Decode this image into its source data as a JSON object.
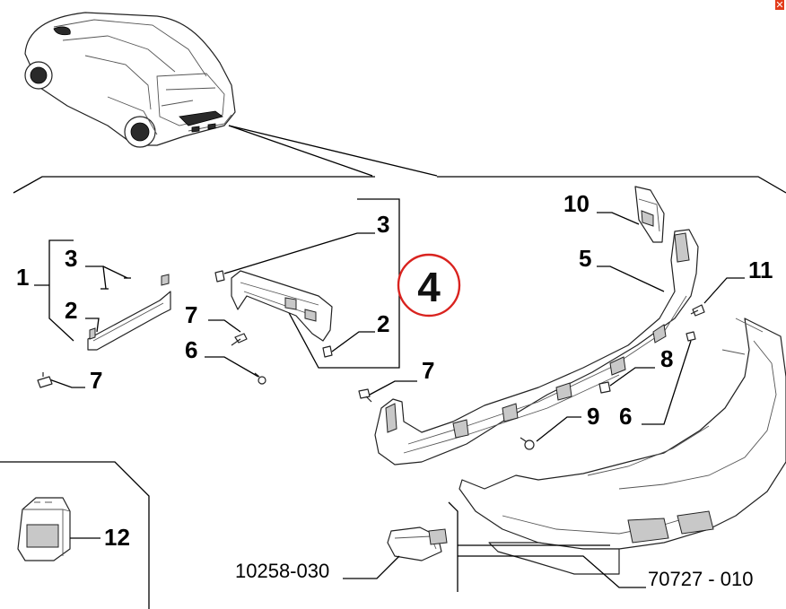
{
  "close_icon": "close-icon",
  "accent_color": "#d9231f",
  "callouts": {
    "left_group_1": "1",
    "left_group_3": "3",
    "left_group_2": "2",
    "left_7_upper": "7",
    "left_6": "6",
    "left_7_lower": "7",
    "mid_3": "3",
    "mid_2": "2",
    "center_7": "7",
    "c10": "10",
    "c5": "5",
    "c11": "11",
    "c8": "8",
    "c9": "9",
    "c6": "6",
    "c12": "12"
  },
  "highlight": {
    "label": "4"
  },
  "references": {
    "exhaust_tip": "10258-030",
    "bumper": "70727 - 010"
  }
}
